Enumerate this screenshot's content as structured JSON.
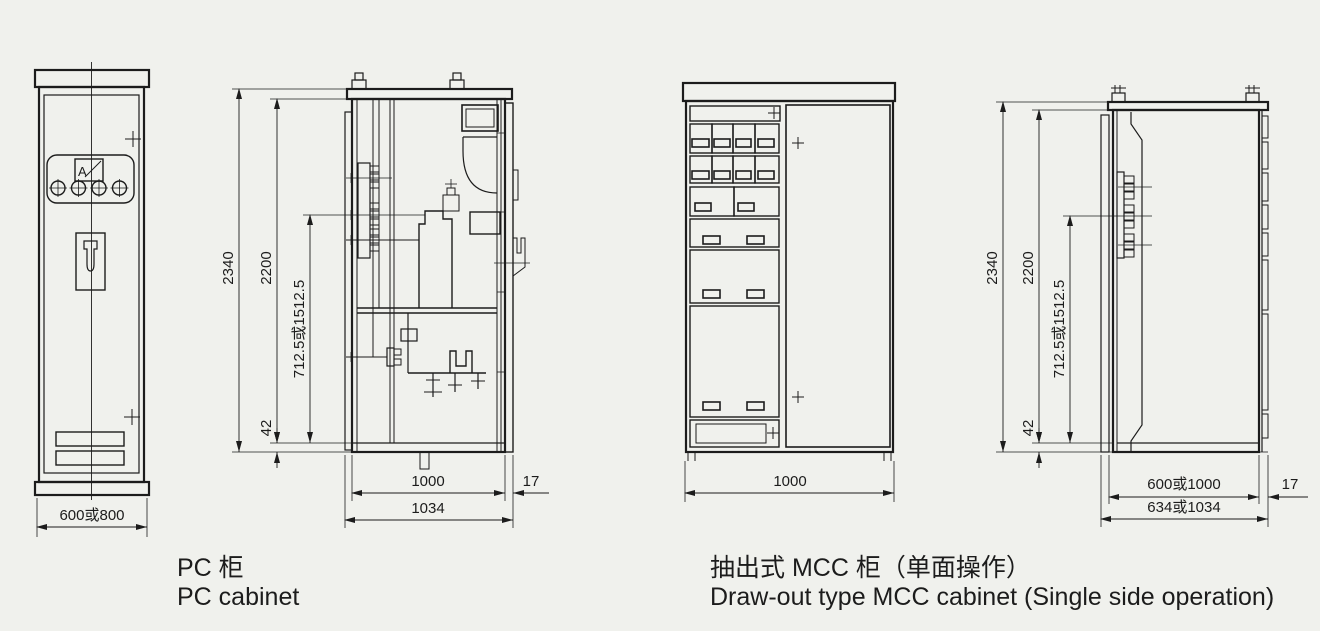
{
  "colors": {
    "background": "#f0f1ed",
    "line": "#1c1c1c"
  },
  "pc_front": {
    "meter_label": "A",
    "width": "600或800"
  },
  "pc_side": {
    "total_height": "2340",
    "frame_height": "2200",
    "busbar_height": "712.5或1512.5",
    "base_height": "42",
    "depth": "1000",
    "overall_depth": "1034",
    "panel_thickness": "17"
  },
  "mcc_front": {
    "width": "1000"
  },
  "mcc_side": {
    "total_height": "2340",
    "frame_height": "2200",
    "busbar_height": "712.5或1512.5",
    "base_height": "42",
    "depth": "600或1000",
    "overall_depth": "634或1034",
    "panel_thickness": "17"
  },
  "captions": {
    "pc_zh": "PC 柜",
    "pc_en": "PC cabinet",
    "mcc_zh": "抽出式 MCC 柜（单面操作）",
    "mcc_en": "Draw-out type MCC cabinet (Single side operation)"
  }
}
